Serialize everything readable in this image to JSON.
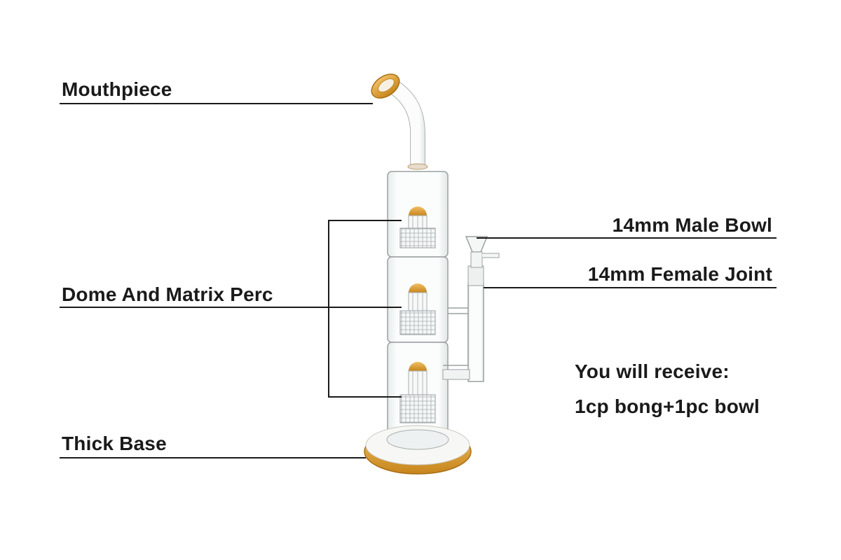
{
  "labels": {
    "mouthpiece": "Mouthpiece",
    "perc": "Dome And Matrix Perc",
    "base": "Thick Base",
    "male_bowl": "14mm Male Bowl",
    "female_joint": "14mm Female Joint"
  },
  "receive": {
    "heading": "You will receive:",
    "contents": "1cp bong+1pc bowl"
  },
  "colors": {
    "amber": "#d99a2b",
    "glass_stroke": "#9aa0a0",
    "glass_fill": "#f4f6f6",
    "line": "#1a1a1a"
  }
}
